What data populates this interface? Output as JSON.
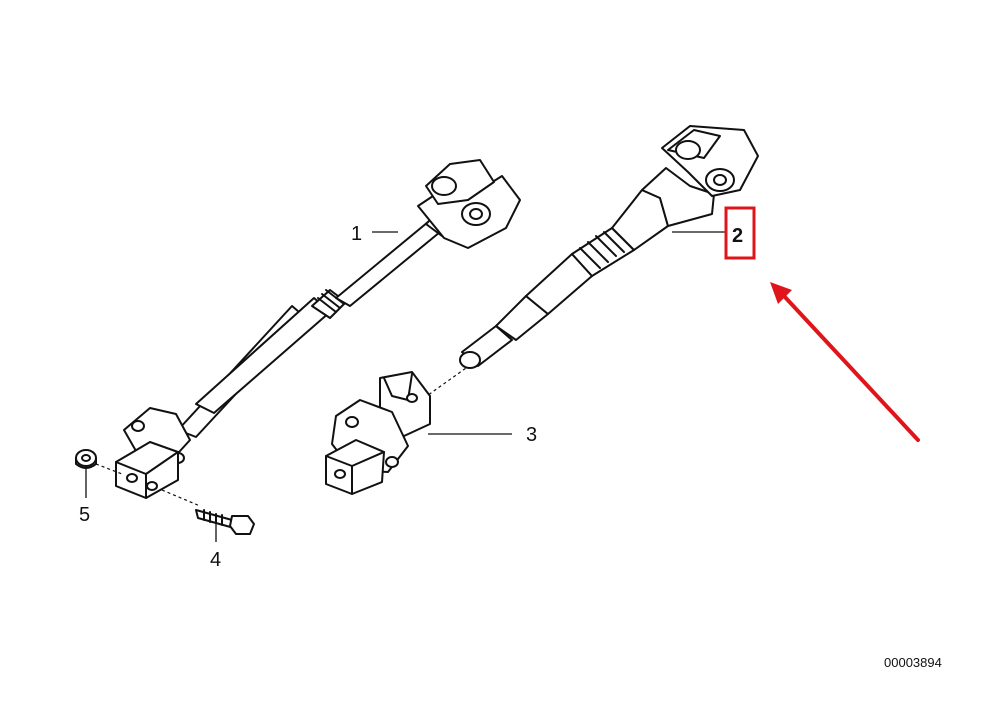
{
  "diagram": {
    "callouts": [
      {
        "number": "1"
      },
      {
        "number": "2"
      },
      {
        "number": "3"
      },
      {
        "number": "4"
      },
      {
        "number": "5"
      }
    ],
    "reference_code": "00003894",
    "highlight_color": "#e0151b",
    "line_color": "#111111"
  }
}
